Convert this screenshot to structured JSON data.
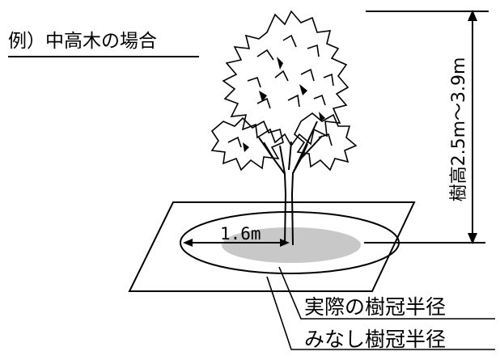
{
  "example_title": "例）中高木の場合",
  "height_label": "樹高2.5m～3.9m",
  "radius_label": "1.6m",
  "actual_crown_label": "実際の樹冠半径",
  "deemed_crown_label": "みなし樹冠半径",
  "colors": {
    "line": "#000000",
    "actual_crown_fill": "#c8c8c8",
    "background": "#ffffff"
  },
  "icons": [
    "tree-icon"
  ]
}
